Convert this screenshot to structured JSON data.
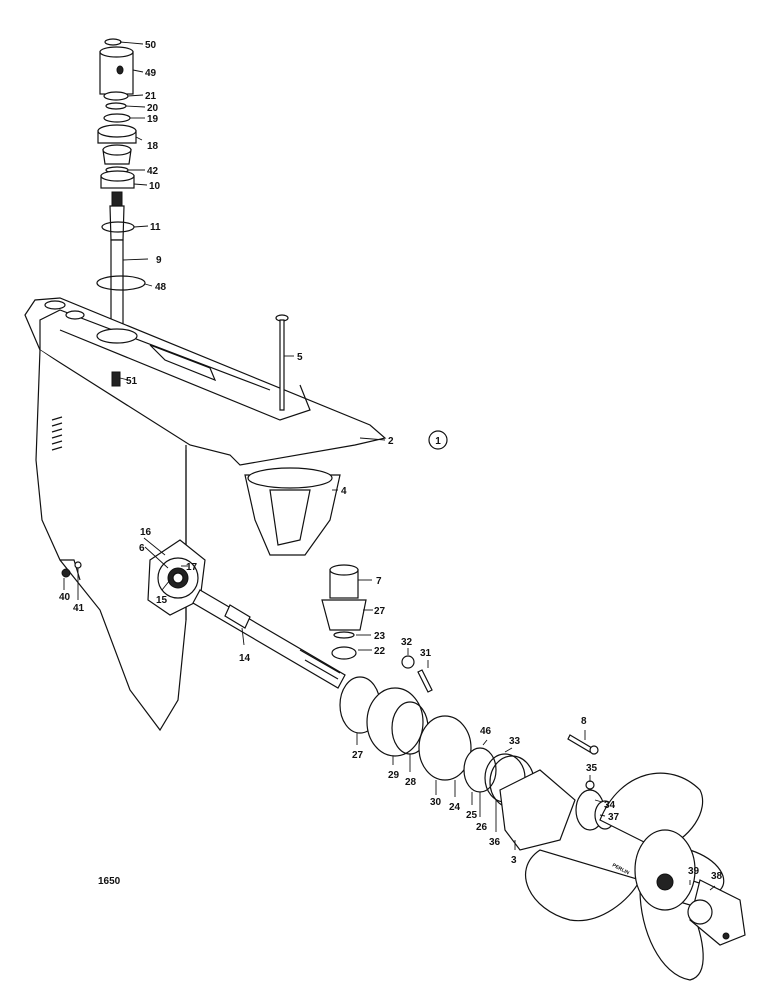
{
  "drawing": {
    "sheet_code": "1650",
    "view_number": "1",
    "propeller_stamp": "PERLIN"
  },
  "parts": [
    {
      "id": "p50",
      "label": "50"
    },
    {
      "id": "p49",
      "label": "49"
    },
    {
      "id": "p21",
      "label": "21"
    },
    {
      "id": "p20",
      "label": "20"
    },
    {
      "id": "p19",
      "label": "19"
    },
    {
      "id": "p18",
      "label": "18"
    },
    {
      "id": "p42",
      "label": "42"
    },
    {
      "id": "p10",
      "label": "10"
    },
    {
      "id": "p11",
      "label": "11"
    },
    {
      "id": "p9",
      "label": "9"
    },
    {
      "id": "p48",
      "label": "48"
    },
    {
      "id": "p5",
      "label": "5"
    },
    {
      "id": "p51",
      "label": "51"
    },
    {
      "id": "p2",
      "label": "2"
    },
    {
      "id": "p4",
      "label": "4"
    },
    {
      "id": "p16",
      "label": "16"
    },
    {
      "id": "p6",
      "label": "6"
    },
    {
      "id": "p17",
      "label": "17"
    },
    {
      "id": "p15",
      "label": "15"
    },
    {
      "id": "p40",
      "label": "40"
    },
    {
      "id": "p41",
      "label": "41"
    },
    {
      "id": "p7",
      "label": "7"
    },
    {
      "id": "p27a",
      "label": "27"
    },
    {
      "id": "p23",
      "label": "23"
    },
    {
      "id": "p22",
      "label": "22"
    },
    {
      "id": "p14",
      "label": "14"
    },
    {
      "id": "p32",
      "label": "32"
    },
    {
      "id": "p31",
      "label": "31"
    },
    {
      "id": "p27b",
      "label": "27"
    },
    {
      "id": "p29",
      "label": "29"
    },
    {
      "id": "p28",
      "label": "28"
    },
    {
      "id": "p30",
      "label": "30"
    },
    {
      "id": "p24",
      "label": "24"
    },
    {
      "id": "p46",
      "label": "46"
    },
    {
      "id": "p33",
      "label": "33"
    },
    {
      "id": "p25",
      "label": "25"
    },
    {
      "id": "p26",
      "label": "26"
    },
    {
      "id": "p36",
      "label": "36"
    },
    {
      "id": "p3",
      "label": "3"
    },
    {
      "id": "p8",
      "label": "8"
    },
    {
      "id": "p35",
      "label": "35"
    },
    {
      "id": "p34",
      "label": "34"
    },
    {
      "id": "p37",
      "label": "37"
    },
    {
      "id": "p39",
      "label": "39"
    },
    {
      "id": "p38",
      "label": "38"
    }
  ]
}
